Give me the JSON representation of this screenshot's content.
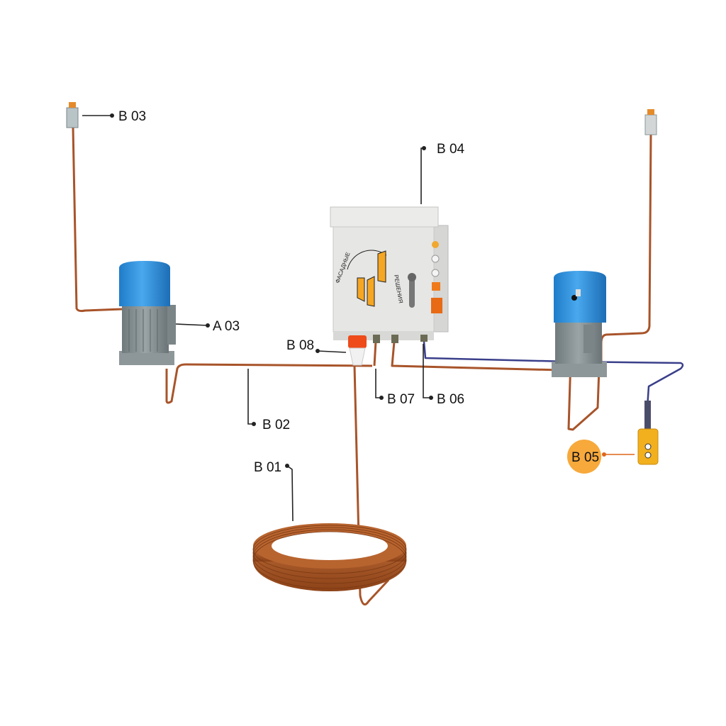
{
  "labels": {
    "b01": "B 01",
    "b02": "B 02",
    "b03": "B 03",
    "b04": "B 04",
    "b05": "B 05",
    "b06": "B 06",
    "b07": "B 07",
    "b08": "B 08",
    "a03": "A 03"
  },
  "logo": {
    "top_text": "ФАСАДНЫЕ",
    "bottom_text": "РЕШЕНИЯ"
  },
  "colors": {
    "motor_blue": "#2f8fdc",
    "motor_gray": "#8a9598",
    "cable_copper": "#a8542a",
    "cable_blue": "#3a3f8a",
    "accent_orange": "#f5a623",
    "box_gray": "#e6e6e4"
  }
}
